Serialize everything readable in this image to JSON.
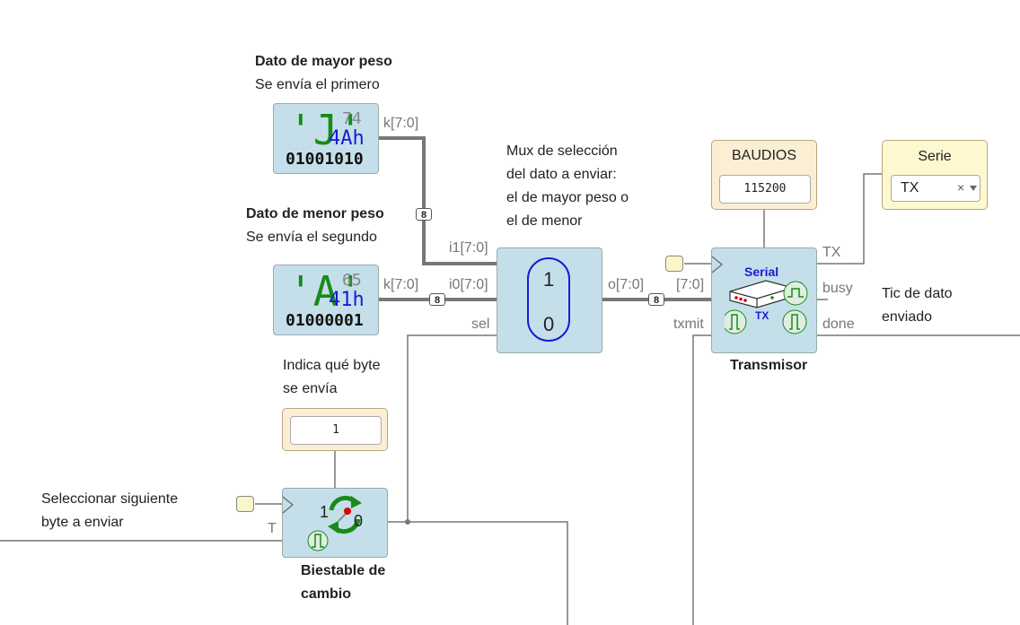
{
  "notes": {
    "mayor_title": "Dato de mayor peso",
    "mayor_sub": "Se envía el primero",
    "menor_title": "Dato de menor peso",
    "menor_sub": "Se envía el segundo",
    "mux_line1": "Mux de selección",
    "mux_line2": "del dato a enviar:",
    "mux_line3": "el de mayor peso o",
    "mux_line4": "el de menor",
    "indica_line1": "Indica qué byte",
    "indica_line2": "se envía",
    "selecc_line1": "Seleccionar siguiente",
    "selecc_line2": "byte a enviar",
    "tic_line1": "Tic de dato",
    "tic_line2": "enviado"
  },
  "const_mayor": {
    "char": "'J'",
    "dec": "74",
    "hex": "4Ah",
    "bin": "01001010",
    "port": "k[7:0]"
  },
  "const_menor": {
    "char": "'A'",
    "dec": "65",
    "hex": "41h",
    "bin": "01000001",
    "port": "k[7:0]"
  },
  "mux": {
    "in1": "i1[7:0]",
    "in0": "i0[7:0]",
    "sel": "sel",
    "out": "o[7:0]",
    "top": "1",
    "bottom": "0"
  },
  "transmisor": {
    "title": "Transmisor",
    "label": "Serial",
    "sublabel": "TX",
    "in_data": "[7:0]",
    "in_txmit": "txmit",
    "out_tx": "TX",
    "out_busy": "busy",
    "out_done": "done"
  },
  "baudios": {
    "title": "BAUDIOS",
    "value": "115200"
  },
  "serie": {
    "title": "Serie",
    "value": "TX",
    "clear": "×"
  },
  "biestable": {
    "value": "1",
    "title_line1": "Biestable de",
    "title_line2": "cambio",
    "in_t": "T",
    "one": "1",
    "zero": "0"
  },
  "bus_width": "8",
  "colors": {
    "block": "#c5dfea",
    "param": "#fbefd3",
    "serie": "#fdf8cf",
    "bus": "#777777",
    "wire": "#777777"
  }
}
